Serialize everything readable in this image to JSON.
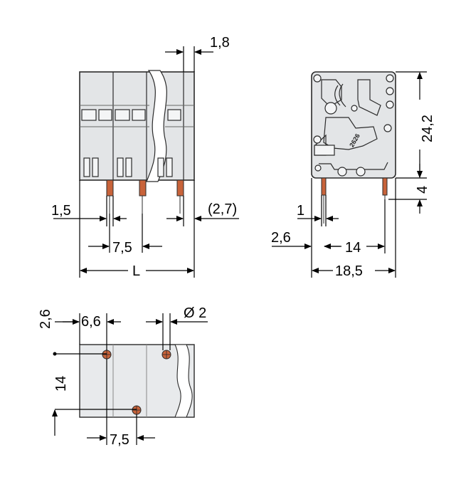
{
  "front_view": {
    "dim_top_offset": "1,8",
    "dim_left_offset": "1,5",
    "dim_right_offset": "(2,7)",
    "dim_pitch": "7,5",
    "dim_length": "L"
  },
  "side_view": {
    "dim_height": "24,2",
    "dim_pin_length": "4",
    "dim_pin_offset": "1",
    "dim_left_gap": "2,6",
    "dim_pin_spacing": "14",
    "dim_width": "18,5",
    "logo_text": "2626"
  },
  "pcb_layout": {
    "dim_offset_vertical": "2,6",
    "dim_offset_horizontal": "6,6",
    "dim_hole_diameter": "Ø 2",
    "dim_row_spacing": "14",
    "dim_pitch": "7,5"
  },
  "colors": {
    "housing_fill": "#e3e5e7",
    "housing_stroke": "#2b2b2b",
    "pin_fill": "#c8633a",
    "pcb_fill": "#e8eaec"
  }
}
